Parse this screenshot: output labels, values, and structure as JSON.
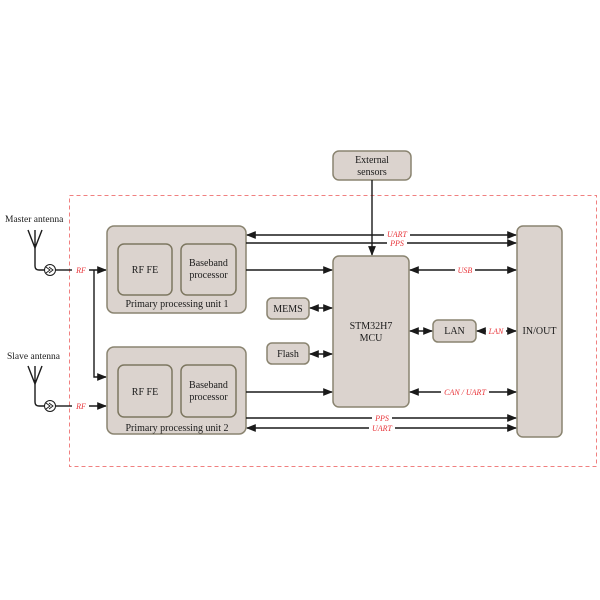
{
  "diagram": {
    "type": "block-diagram",
    "colors": {
      "block_fill": "#dbd3ce",
      "block_stroke": "#8a8470",
      "signal_label": "#e8353a",
      "boundary": "#f08080",
      "line": "#1a1a1a"
    },
    "antennas": {
      "master": "Master antenna",
      "slave": "Slave antenna"
    },
    "blocks": {
      "external_sensors": [
        "External",
        "sensors"
      ],
      "ppu1": {
        "title": "Primary processing unit 1",
        "rf_fe": "RF FE",
        "baseband": [
          "Baseband",
          "processor"
        ]
      },
      "ppu2": {
        "title": "Primary processing unit 2",
        "rf_fe": "RF FE",
        "baseband": [
          "Baseband",
          "processor"
        ]
      },
      "mcu": [
        "STM32H7",
        "MCU"
      ],
      "mems": "MEMS",
      "flash": "Flash",
      "lan": "LAN",
      "inout": "IN/OUT"
    },
    "signals": {
      "rf_master": "RF",
      "rf_slave": "RF",
      "uart_top": "UART",
      "pps_top": "PPS",
      "usb": "USB",
      "lan": "LAN",
      "can_uart": "CAN / UART",
      "pps_bottom": "PPS",
      "uart_bottom": "UART"
    },
    "connections": [
      {
        "from": "Master antenna",
        "to": "Primary processing unit 1",
        "label": "RF",
        "direction": "one-way"
      },
      {
        "from": "Master antenna",
        "to": "Primary processing unit 2",
        "label": "RF",
        "direction": "one-way"
      },
      {
        "from": "Slave antenna",
        "to": "Primary processing unit 2",
        "label": "RF",
        "direction": "one-way"
      },
      {
        "from": "External sensors",
        "to": "STM32H7 MCU",
        "label": "",
        "direction": "one-way"
      },
      {
        "from": "Primary processing unit 1",
        "to": "IN/OUT",
        "label": "UART",
        "direction": "two-way"
      },
      {
        "from": "Primary processing unit 1",
        "to": "IN/OUT",
        "label": "PPS",
        "direction": "one-way"
      },
      {
        "from": "Primary processing unit 1",
        "to": "STM32H7 MCU",
        "label": "",
        "direction": "one-way"
      },
      {
        "from": "STM32H7 MCU",
        "to": "IN/OUT",
        "label": "USB",
        "direction": "two-way"
      },
      {
        "from": "MEMS",
        "to": "STM32H7 MCU",
        "label": "",
        "direction": "two-way"
      },
      {
        "from": "Flash",
        "to": "STM32H7 MCU",
        "label": "",
        "direction": "two-way"
      },
      {
        "from": "STM32H7 MCU",
        "to": "LAN",
        "label": "",
        "direction": "two-way"
      },
      {
        "from": "LAN",
        "to": "IN/OUT",
        "label": "LAN",
        "direction": "two-way"
      },
      {
        "from": "Primary processing unit 2",
        "to": "STM32H7 MCU",
        "label": "",
        "direction": "one-way"
      },
      {
        "from": "STM32H7 MCU",
        "to": "IN/OUT",
        "label": "CAN / UART",
        "direction": "two-way"
      },
      {
        "from": "Primary processing unit 2",
        "to": "IN/OUT",
        "label": "PPS",
        "direction": "one-way"
      },
      {
        "from": "Primary processing unit 2",
        "to": "IN/OUT",
        "label": "UART",
        "direction": "two-way"
      }
    ]
  }
}
